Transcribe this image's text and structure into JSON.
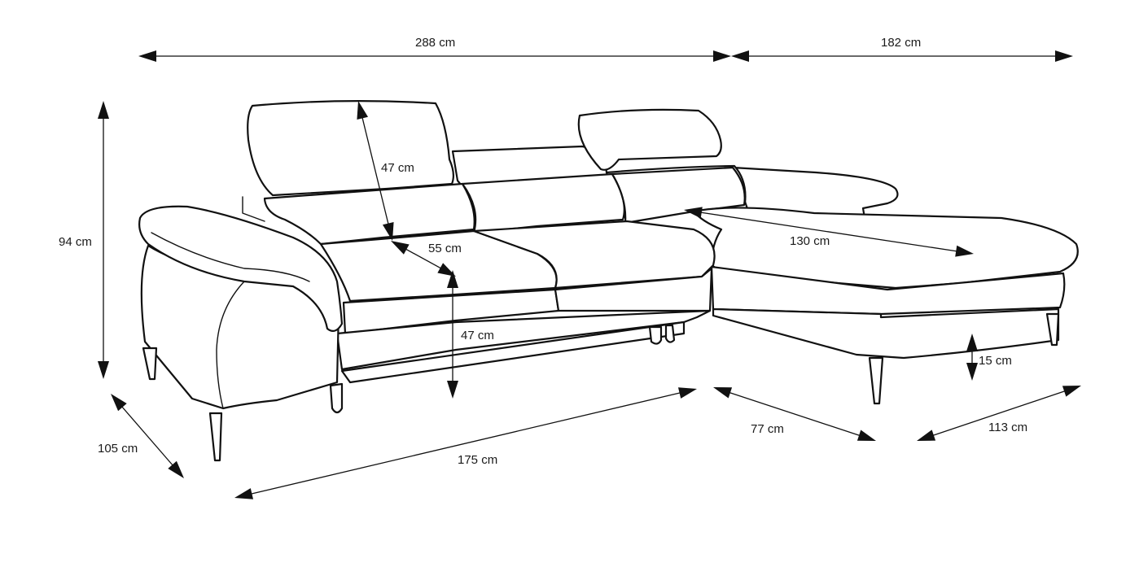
{
  "diagram": {
    "dimensions": {
      "total_width": "288 cm",
      "chaise_width": "182 cm",
      "total_height": "94 cm",
      "total_depth": "105 cm",
      "seat_width": "175 cm",
      "chaise_front": "77 cm",
      "chaise_depth": "113 cm",
      "headrest_height": "47 cm",
      "seat_depth": "55 cm",
      "seat_height": "47 cm",
      "chaise_seat_length": "130 cm",
      "leg_height": "15 cm"
    }
  }
}
